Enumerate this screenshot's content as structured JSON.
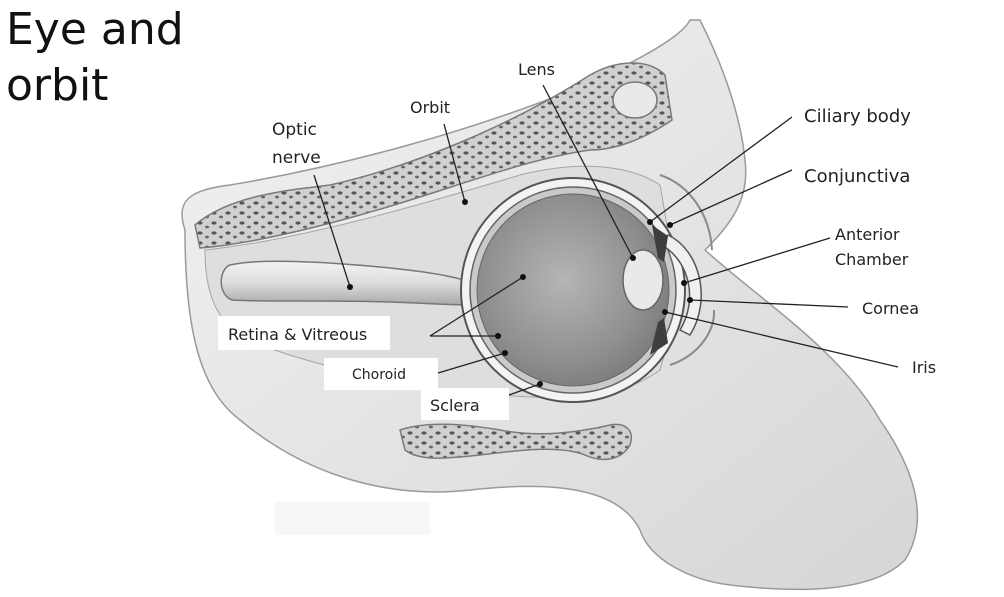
{
  "title_line1": "Eye and",
  "title_line2": "orbit",
  "labels": {
    "lens": "Lens",
    "orbit": "Orbit",
    "optic_nerve_1": "Optic",
    "optic_nerve_2": "nerve",
    "ciliary_body": "Ciliary body",
    "conjunctiva": "Conjunctiva",
    "anterior_chamber_1": "Anterior",
    "anterior_chamber_2": "Chamber",
    "cornea": "Cornea",
    "iris": "Iris",
    "retina_vitreous": "Retina & Vitreous",
    "choroid": "Choroid",
    "sclera": "Sclera"
  }
}
